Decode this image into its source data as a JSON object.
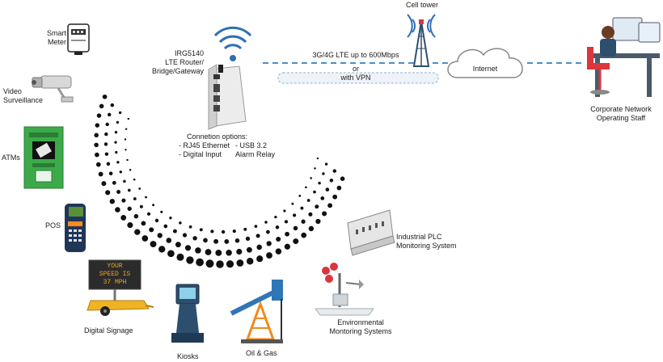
{
  "labels": {
    "smart_meter_1": "Smart",
    "smart_meter_2": "Meter",
    "video_1": "Video",
    "video_2": "Surveillance",
    "atms": "ATMs",
    "pos": "POS",
    "digital_signage": "Digital Signage",
    "kiosks": "Kiosks",
    "oil_gas": "Oil & Gas",
    "env_1": "Environmental",
    "env_2": "Montoring Systems",
    "plc_1": "Industrial PLC",
    "plc_2": "Monitoring System",
    "router_1": "IRG5140",
    "router_2": "LTE Router/",
    "router_3": "Bridge/Gateway",
    "options_title": "Connetion options:",
    "opt_rj45": "- RJ45 Ethernet",
    "opt_usb": "- USB 3.2",
    "opt_digital": "- Digital Input",
    "opt_alarm": "Alarm Relay",
    "cell_tower": "Cell tower",
    "lte_speed": "3G/4G LTE up to 600Mbps",
    "or": "or",
    "vpn": "with VPN",
    "internet": "Internet",
    "corp_1": "Corporate Network",
    "corp_2": "Operating Staff"
  },
  "sign_text": [
    "YOUR",
    "SPEED IS",
    "37 MPH"
  ],
  "colors": {
    "wifi_blue": "#2e6fb5",
    "dash_blue": "#4a90c8",
    "atm_green": "#3daa4a",
    "dot": "#111111"
  },
  "icons": [
    "smart-meter-icon",
    "camera-icon",
    "atm-icon",
    "pos-terminal-icon",
    "signage-trailer-icon",
    "kiosk-icon",
    "oil-pump-icon",
    "weather-station-icon",
    "plc-icon",
    "router-icon",
    "cell-tower-icon",
    "cloud-icon",
    "office-worker-icon",
    "wifi-icon"
  ]
}
